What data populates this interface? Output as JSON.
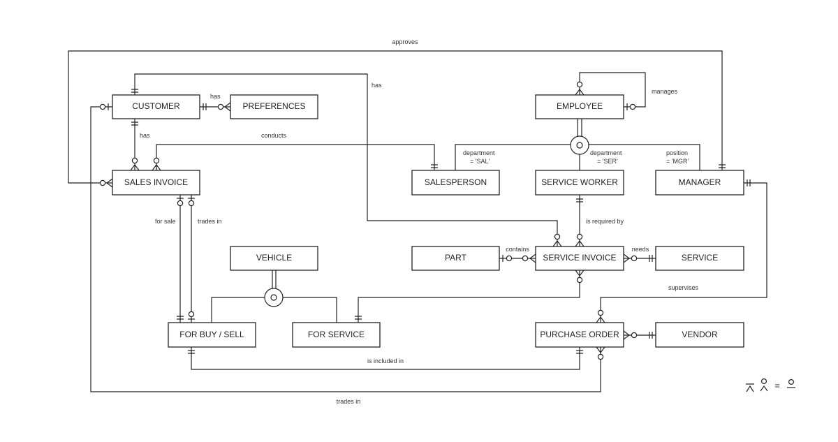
{
  "entities": {
    "customer": "CUSTOMER",
    "preferences": "PREFERENCES",
    "employee": "EMPLOYEE",
    "sales_invoice": "SALES INVOICE",
    "salesperson": "SALESPERSON",
    "service_worker": "SERVICE WORKER",
    "manager": "MANAGER",
    "vehicle": "VEHICLE",
    "part": "PART",
    "service_invoice": "SERVICE INVOICE",
    "service": "SERVICE",
    "for_buy_sell": "FOR BUY / SELL",
    "for_service": "FOR SERVICE",
    "purchase_order": "PURCHASE ORDER",
    "vendor": "VENDOR"
  },
  "relationships": {
    "approves": "approves",
    "has_top": "has",
    "has_pref": "has",
    "has_invoice": "has",
    "conducts": "conducts",
    "manages": "manages",
    "for_sale": "for sale",
    "trades_in_left": "trades in",
    "is_required_by": "is required by",
    "contains": "contains",
    "needs": "needs",
    "supervises": "supervises",
    "is_included_in": "is included in",
    "trades_in_bottom": "trades in"
  },
  "subtypes": {
    "sal_line1": "department",
    "sal_line2": "= 'SAL'",
    "ser_line1": "department",
    "ser_line2": "= 'SER'",
    "mgr_line1": "position",
    "mgr_line2": "= 'MGR'"
  },
  "legend": {
    "equals": "="
  }
}
